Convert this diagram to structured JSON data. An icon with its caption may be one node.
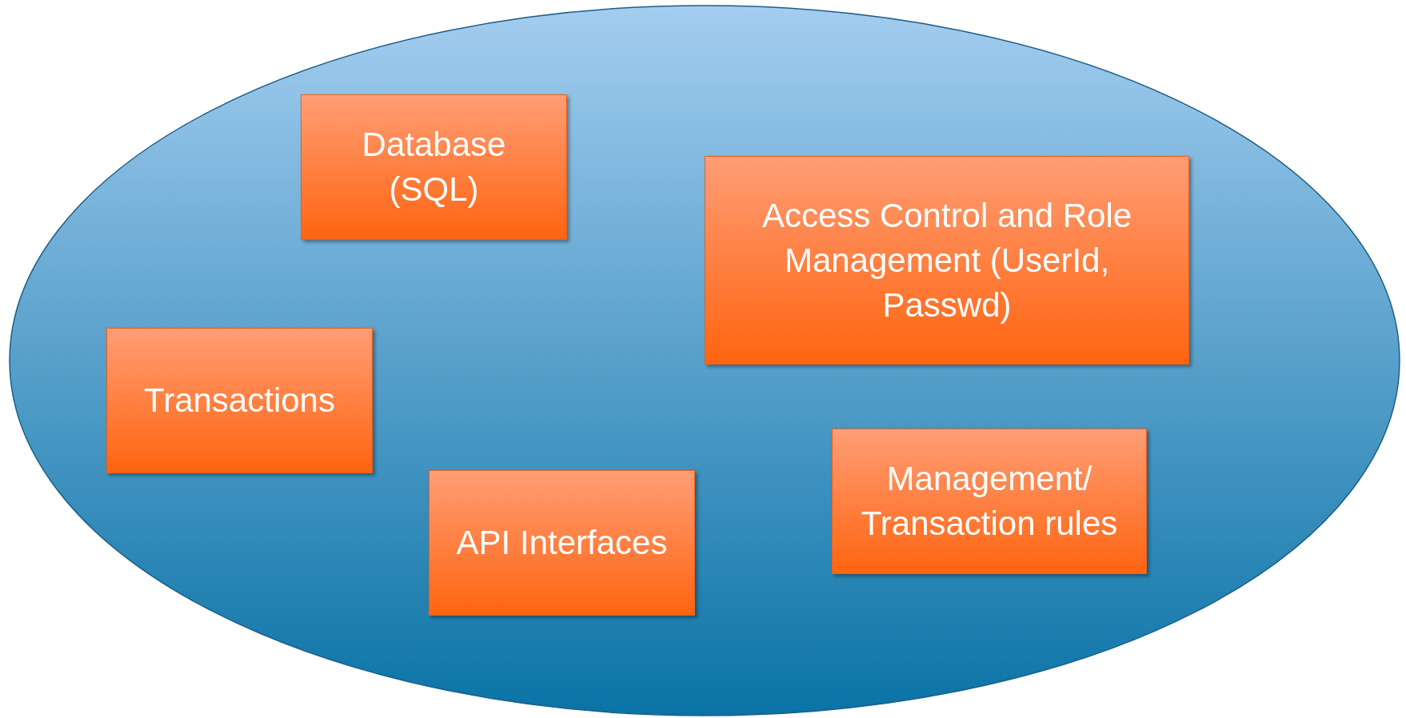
{
  "diagram": {
    "nodes": [
      {
        "text": [],
        "shape": "ellipse"
      },
      {
        "text": [
          "Database (SQL)"
        ],
        "in": 0
      },
      {
        "text": [
          "Access Control and Role Management (UserId, Passwd)"
        ],
        "in": 0
      },
      {
        "text": [
          "Transactions"
        ],
        "in": 0
      },
      {
        "text": [
          "Management/ Transaction rules"
        ],
        "in": 0
      },
      {
        "text": [
          "API Interfaces"
        ],
        "in": 0
      }
    ]
  }
}
